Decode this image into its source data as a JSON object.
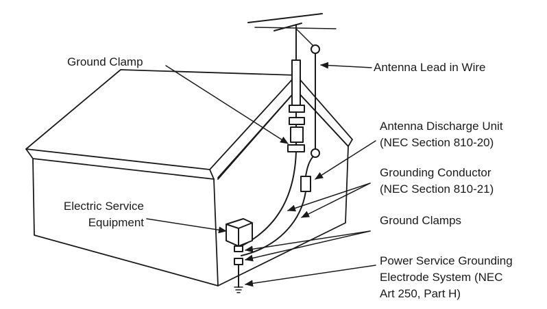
{
  "labels": {
    "ground_clamp": "Ground Clamp",
    "antenna_lead": "Antenna Lead in Wire",
    "discharge_unit_1": "Antenna Discharge Unit",
    "discharge_unit_2": "(NEC Section 810-20)",
    "grounding_conductor_1": "Grounding Conductor",
    "grounding_conductor_2": "(NEC Section 810-21)",
    "electric_service_1": "Electric Service",
    "electric_service_2": "Equipment",
    "ground_clamps": "Ground Clamps",
    "power_service_1": "Power Service Grounding",
    "power_service_2": "Electrode System (NEC",
    "power_service_3": "Art 250, Part H)"
  },
  "colors": {
    "stroke": "#1a1a1a",
    "background": "#ffffff"
  }
}
